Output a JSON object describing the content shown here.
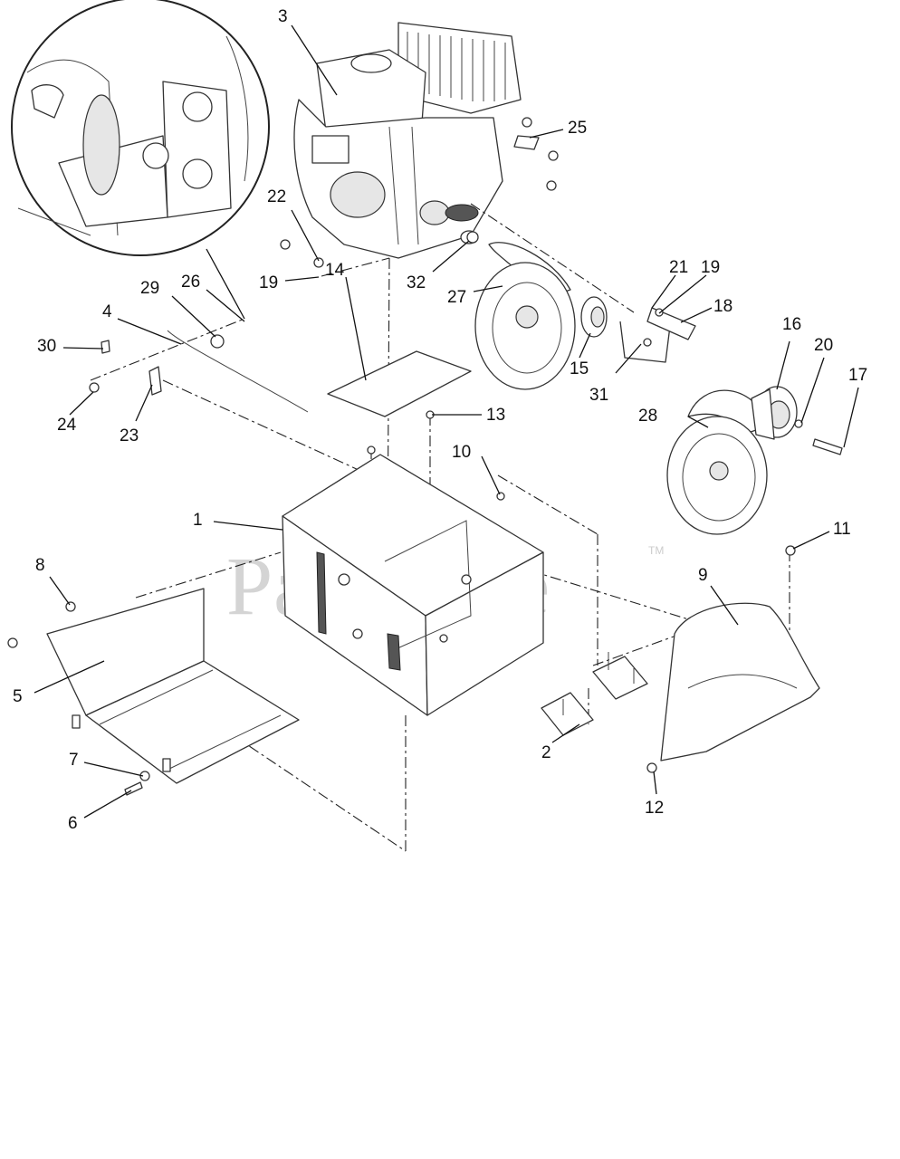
{
  "watermark": {
    "text": "PartsTree",
    "mark": "TM"
  },
  "parts": [
    {
      "id": "1",
      "label": "1"
    },
    {
      "id": "2",
      "label": "2"
    },
    {
      "id": "3",
      "label": "3"
    },
    {
      "id": "4",
      "label": "4"
    },
    {
      "id": "5",
      "label": "5"
    },
    {
      "id": "6",
      "label": "6"
    },
    {
      "id": "7",
      "label": "7"
    },
    {
      "id": "8",
      "label": "8"
    },
    {
      "id": "9",
      "label": "9"
    },
    {
      "id": "10",
      "label": "10"
    },
    {
      "id": "11",
      "label": "11"
    },
    {
      "id": "12",
      "label": "12"
    },
    {
      "id": "13",
      "label": "13"
    },
    {
      "id": "14",
      "label": "14"
    },
    {
      "id": "15",
      "label": "15"
    },
    {
      "id": "16",
      "label": "16"
    },
    {
      "id": "17",
      "label": "17"
    },
    {
      "id": "18",
      "label": "18"
    },
    {
      "id": "19a",
      "label": "19"
    },
    {
      "id": "19b",
      "label": "19"
    },
    {
      "id": "20",
      "label": "20"
    },
    {
      "id": "21",
      "label": "21"
    },
    {
      "id": "22",
      "label": "22"
    },
    {
      "id": "23",
      "label": "23"
    },
    {
      "id": "24",
      "label": "24"
    },
    {
      "id": "25",
      "label": "25"
    },
    {
      "id": "26",
      "label": "26"
    },
    {
      "id": "27",
      "label": "27"
    },
    {
      "id": "28",
      "label": "28"
    },
    {
      "id": "29",
      "label": "29"
    },
    {
      "id": "30",
      "label": "30"
    },
    {
      "id": "31",
      "label": "31"
    },
    {
      "id": "32",
      "label": "32"
    }
  ]
}
